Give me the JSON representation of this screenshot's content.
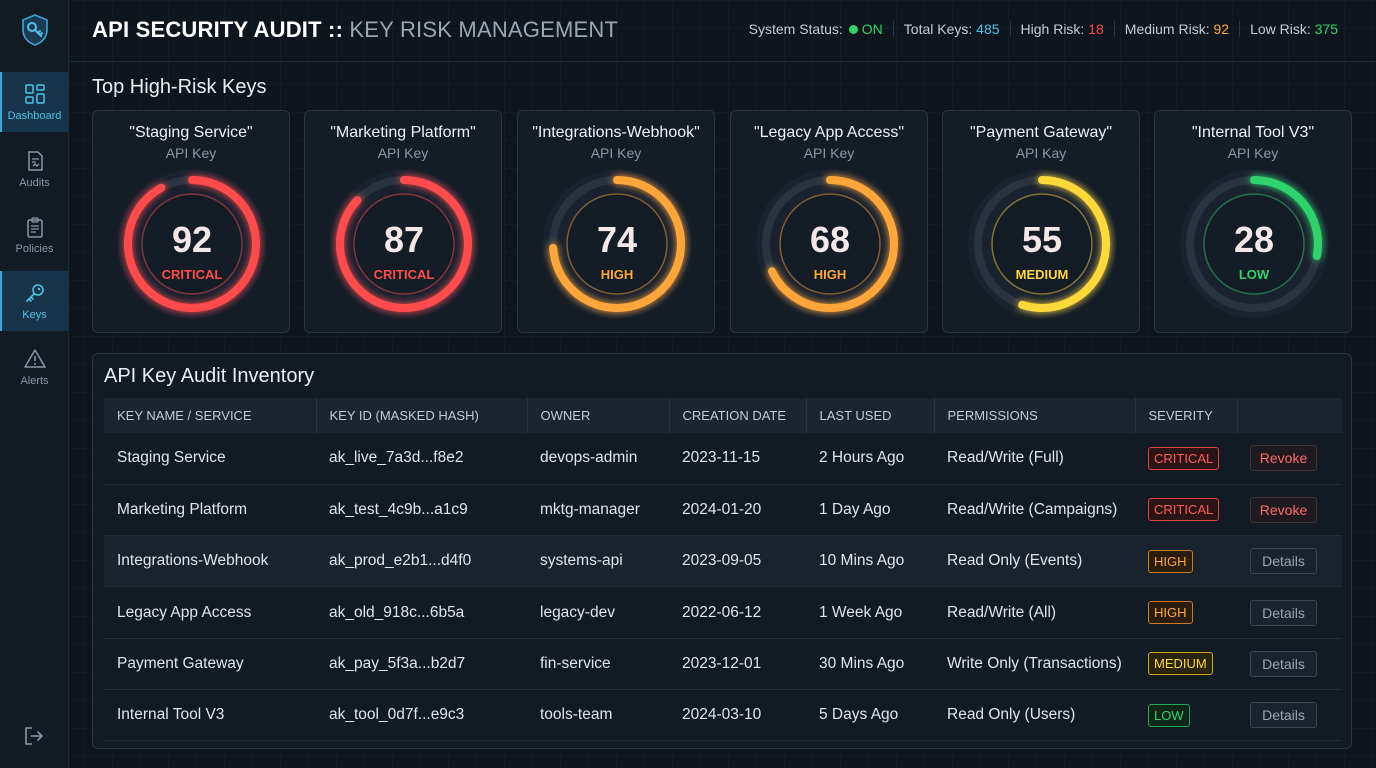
{
  "header": {
    "title_main": "API SECURITY AUDIT ::",
    "title_sub": "KEY RISK MANAGEMENT",
    "stats": {
      "system_status_label": "System Status:",
      "system_status_value": "ON",
      "total_label": "Total Keys:",
      "total_value": "485",
      "high_label": "High Risk:",
      "high_value": "18",
      "medium_label": "Medium Risk:",
      "medium_value": "92",
      "low_label": "Low Risk:",
      "low_value": "375"
    }
  },
  "sidebar": {
    "items": [
      {
        "label": "Dashboard",
        "icon": "dashboard-icon",
        "active": true
      },
      {
        "label": "Audits",
        "icon": "audit-document-icon",
        "active": false
      },
      {
        "label": "Policies",
        "icon": "clipboard-icon",
        "active": false
      },
      {
        "label": "Keys",
        "icon": "key-icon",
        "active": true
      },
      {
        "label": "Alerts",
        "icon": "warning-icon",
        "active": false
      }
    ]
  },
  "top_keys": {
    "title": "Top High-Risk Keys",
    "cards": [
      {
        "name": "\"Staging Service\"",
        "type": "API Key",
        "score": 92,
        "level": "CRITICAL",
        "color": "#ff4b4b"
      },
      {
        "name": "\"Marketing Platform\"",
        "type": "API Key",
        "score": 87,
        "level": "CRITICAL",
        "color": "#ff4b4b"
      },
      {
        "name": "\"Integrations-Webhook\"",
        "type": "API Key",
        "score": 74,
        "level": "HIGH",
        "color": "#ffa63a"
      },
      {
        "name": "\"Legacy App Access\"",
        "type": "API Key",
        "score": 68,
        "level": "HIGH",
        "color": "#ffa63a"
      },
      {
        "name": "\"Payment Gateway\"",
        "type": "API Kay",
        "score": 55,
        "level": "MEDIUM",
        "color": "#ffd83a"
      },
      {
        "name": "\"Internal Tool V3\"",
        "type": "API Key",
        "score": 28,
        "level": "LOW",
        "color": "#2fd36b"
      }
    ]
  },
  "inventory": {
    "title": "API Key Audit Inventory",
    "columns": [
      "KEY NAME / SERVICE",
      "KEY ID (MASKED HASH)",
      "OWNER",
      "CREATION DATE",
      "LAST USED",
      "PERMISSIONS",
      "SEVERITY",
      ""
    ],
    "rows": [
      {
        "name": "Staging Service",
        "key_id": "ak_live_7a3d...f8e2",
        "owner": "devops-admin",
        "created": "2023-11-15",
        "last_used": "2 Hours Ago",
        "permissions": "Read/Write (Full)",
        "severity": "CRITICAL",
        "action": "Revoke"
      },
      {
        "name": "Marketing Platform",
        "key_id": "ak_test_4c9b...a1c9",
        "owner": "mktg-manager",
        "created": "2024-01-20",
        "last_used": "1 Day Ago",
        "permissions": "Read/Write (Campaigns)",
        "severity": "CRITICAL",
        "action": "Revoke"
      },
      {
        "name": "Integrations-Webhook",
        "key_id": "ak_prod_e2b1...d4f0",
        "owner": "systems-api",
        "created": "2023-09-05",
        "last_used": "10 Mins Ago",
        "permissions": "Read Only (Events)",
        "severity": "HIGH",
        "action": "Details"
      },
      {
        "name": "Legacy App Access",
        "key_id": "ak_old_918c...6b5a",
        "owner": "legacy-dev",
        "created": "2022-06-12",
        "last_used": "1 Week Ago",
        "permissions": "Read/Write (All)",
        "severity": "HIGH",
        "action": "Details"
      },
      {
        "name": "Payment Gateway",
        "key_id": "ak_pay_5f3a...b2d7",
        "owner": "fin-service",
        "created": "2023-12-01",
        "last_used": "30 Mins Ago",
        "permissions": "Write Only (Transactions)",
        "severity": "MEDIUM",
        "action": "Details"
      },
      {
        "name": "Internal Tool V3",
        "key_id": "ak_tool_0d7f...e9c3",
        "owner": "tools-team",
        "created": "2024-03-10",
        "last_used": "5 Days Ago",
        "permissions": "Read Only (Users)",
        "severity": "LOW",
        "action": "Details"
      }
    ]
  }
}
